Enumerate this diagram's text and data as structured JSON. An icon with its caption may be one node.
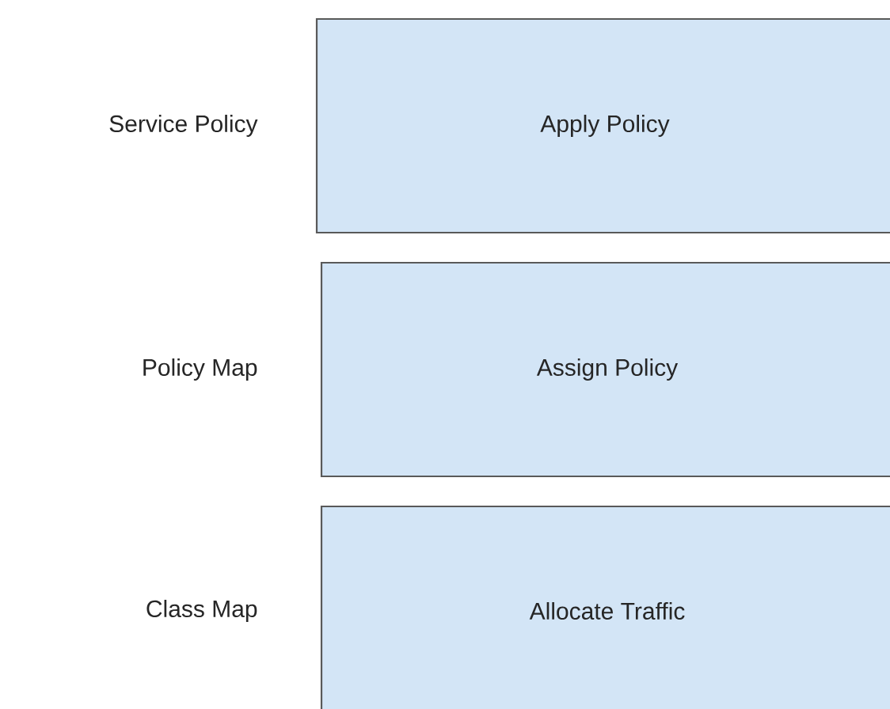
{
  "diagram": {
    "nodes": [
      {
        "text": [
          "Apply Policy"
        ],
        "beside": [
          "Service Policy"
        ]
      },
      {
        "text": [
          "Assign Policy"
        ],
        "beside": [
          "Policy Map"
        ]
      },
      {
        "text": [
          "Allocate Traffic"
        ],
        "beside": [
          "Class Map"
        ]
      }
    ]
  }
}
